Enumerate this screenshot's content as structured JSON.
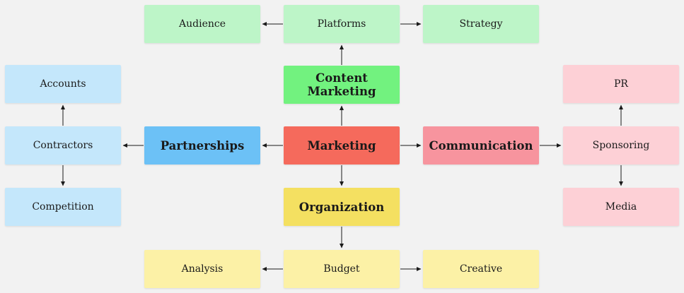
{
  "nodes": {
    "audience": {
      "label": "Audience",
      "color": "#bdf5c8"
    },
    "platforms": {
      "label": "Platforms",
      "color": "#bdf5c8"
    },
    "strategy": {
      "label": "Strategy",
      "color": "#bdf5c8"
    },
    "content_marketing": {
      "label": "Content Marketing",
      "color": "#72f27f"
    },
    "accounts": {
      "label": "Accounts",
      "color": "#c4e7fb"
    },
    "contractors": {
      "label": "Contractors",
      "color": "#c4e7fb"
    },
    "competition": {
      "label": "Competition",
      "color": "#c4e7fb"
    },
    "partnerships": {
      "label": "Partnerships",
      "color": "#6cc1f6"
    },
    "marketing": {
      "label": "Marketing",
      "color": "#f56a5c"
    },
    "communication": {
      "label": "Communication",
      "color": "#f7949e"
    },
    "pr": {
      "label": "PR",
      "color": "#fdd0d6"
    },
    "sponsoring": {
      "label": "Sponsoring",
      "color": "#fdd0d6"
    },
    "media": {
      "label": "Media",
      "color": "#fdd0d6"
    },
    "organization": {
      "label": "Organization",
      "color": "#f4e061"
    },
    "analysis": {
      "label": "Analysis",
      "color": "#fcf1a6"
    },
    "budget": {
      "label": "Budget",
      "color": "#fcf1a6"
    },
    "creative": {
      "label": "Creative",
      "color": "#fcf1a6"
    }
  },
  "edges": [
    {
      "from": "marketing",
      "to": "content_marketing"
    },
    {
      "from": "marketing",
      "to": "partnerships"
    },
    {
      "from": "marketing",
      "to": "communication"
    },
    {
      "from": "marketing",
      "to": "organization"
    },
    {
      "from": "content_marketing",
      "to": "platforms"
    },
    {
      "from": "platforms",
      "to": "audience"
    },
    {
      "from": "platforms",
      "to": "strategy"
    },
    {
      "from": "partnerships",
      "to": "contractors"
    },
    {
      "from": "contractors",
      "to": "accounts"
    },
    {
      "from": "contractors",
      "to": "competition"
    },
    {
      "from": "communication",
      "to": "sponsoring"
    },
    {
      "from": "sponsoring",
      "to": "pr"
    },
    {
      "from": "sponsoring",
      "to": "media"
    },
    {
      "from": "organization",
      "to": "budget"
    },
    {
      "from": "budget",
      "to": "analysis"
    },
    {
      "from": "budget",
      "to": "creative"
    }
  ],
  "edge_color": "#1a1a1a"
}
